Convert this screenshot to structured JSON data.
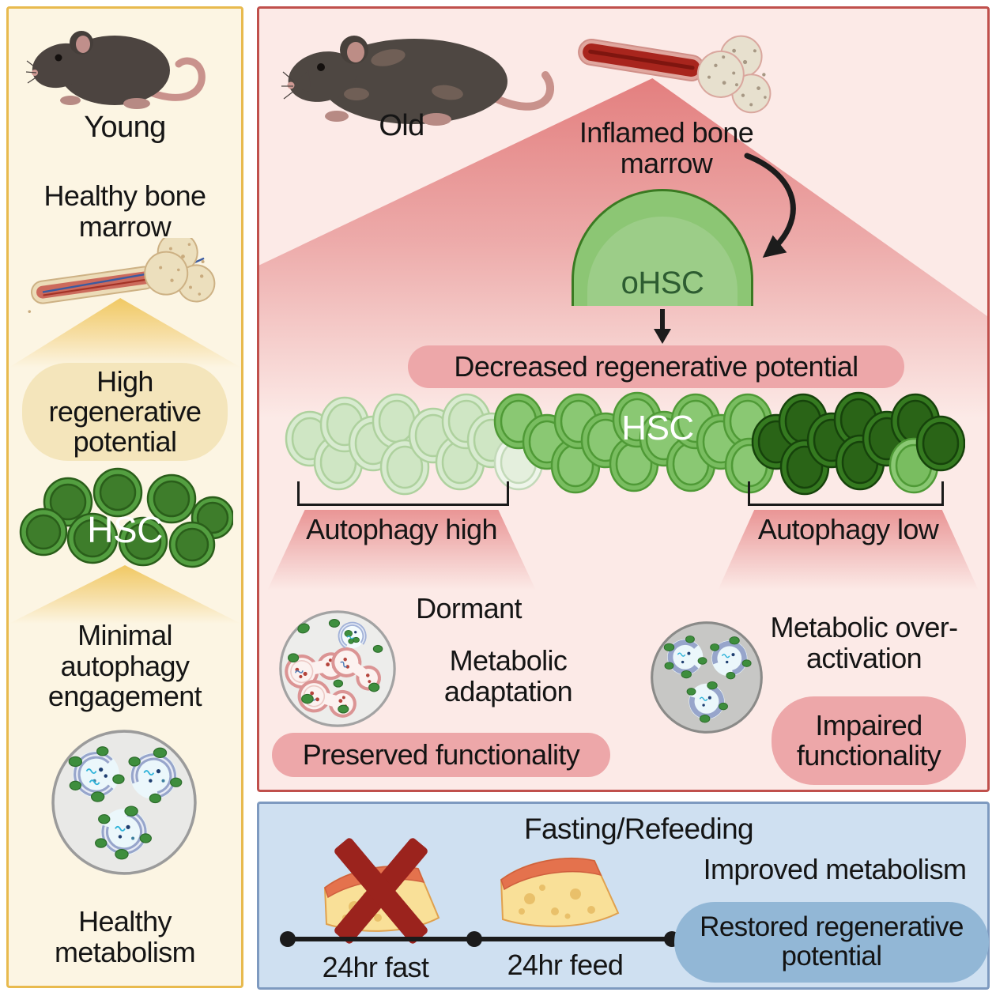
{
  "colors": {
    "young_panel_bg": "#fcf5e3",
    "young_panel_border": "#e8ba4e",
    "old_panel_bg": "#fceae7",
    "old_panel_border": "#c0504c",
    "fasting_panel_bg": "#cfe0f1",
    "fasting_panel_border": "#7e9ac0",
    "pill_pink": "#eda7a9",
    "pill_blue": "#92b7d6",
    "bubble_yellow": "#f4e5bb",
    "hsc_green_young": "#539f40",
    "hsc_green_pale": "#d8ebd0",
    "hsc_green_medium": "#79bd60",
    "hsc_green_dark": "#357a20",
    "ohsc_green": "#8cc674",
    "text": "#151515"
  },
  "young_panel": {
    "mouse_label": "Young",
    "bone_caption": "Healthy bone marrow",
    "bubble_label": "High regenerative potential",
    "hsc_label": "HSC",
    "autophagy_caption": "Minimal autophagy engagement",
    "metabolism_caption": "Healthy metabolism"
  },
  "old_panel": {
    "mouse_label": "Old",
    "bone_caption": "Inflamed bone marrow",
    "ohsc_label": "oHSC",
    "decreased_pill": "Decreased regenerative potential",
    "hsc_label": "HSC",
    "autophagy_high_label": "Autophagy high",
    "autophagy_low_label": "Autophagy low",
    "dormant_label": "Dormant",
    "metabolic_adaptation_label": "Metabolic adaptation",
    "preserved_pill": "Preserved functionality",
    "metabolic_overactivation_label": "Metabolic over-activation",
    "impaired_pill": "Impaired functionality"
  },
  "fasting_panel": {
    "title": "Fasting/Refeeding",
    "fast_label": "24hr fast",
    "feed_label": "24hr feed",
    "improved_label": "Improved metabolism",
    "restored_pill": "Restored regenerative potential"
  }
}
